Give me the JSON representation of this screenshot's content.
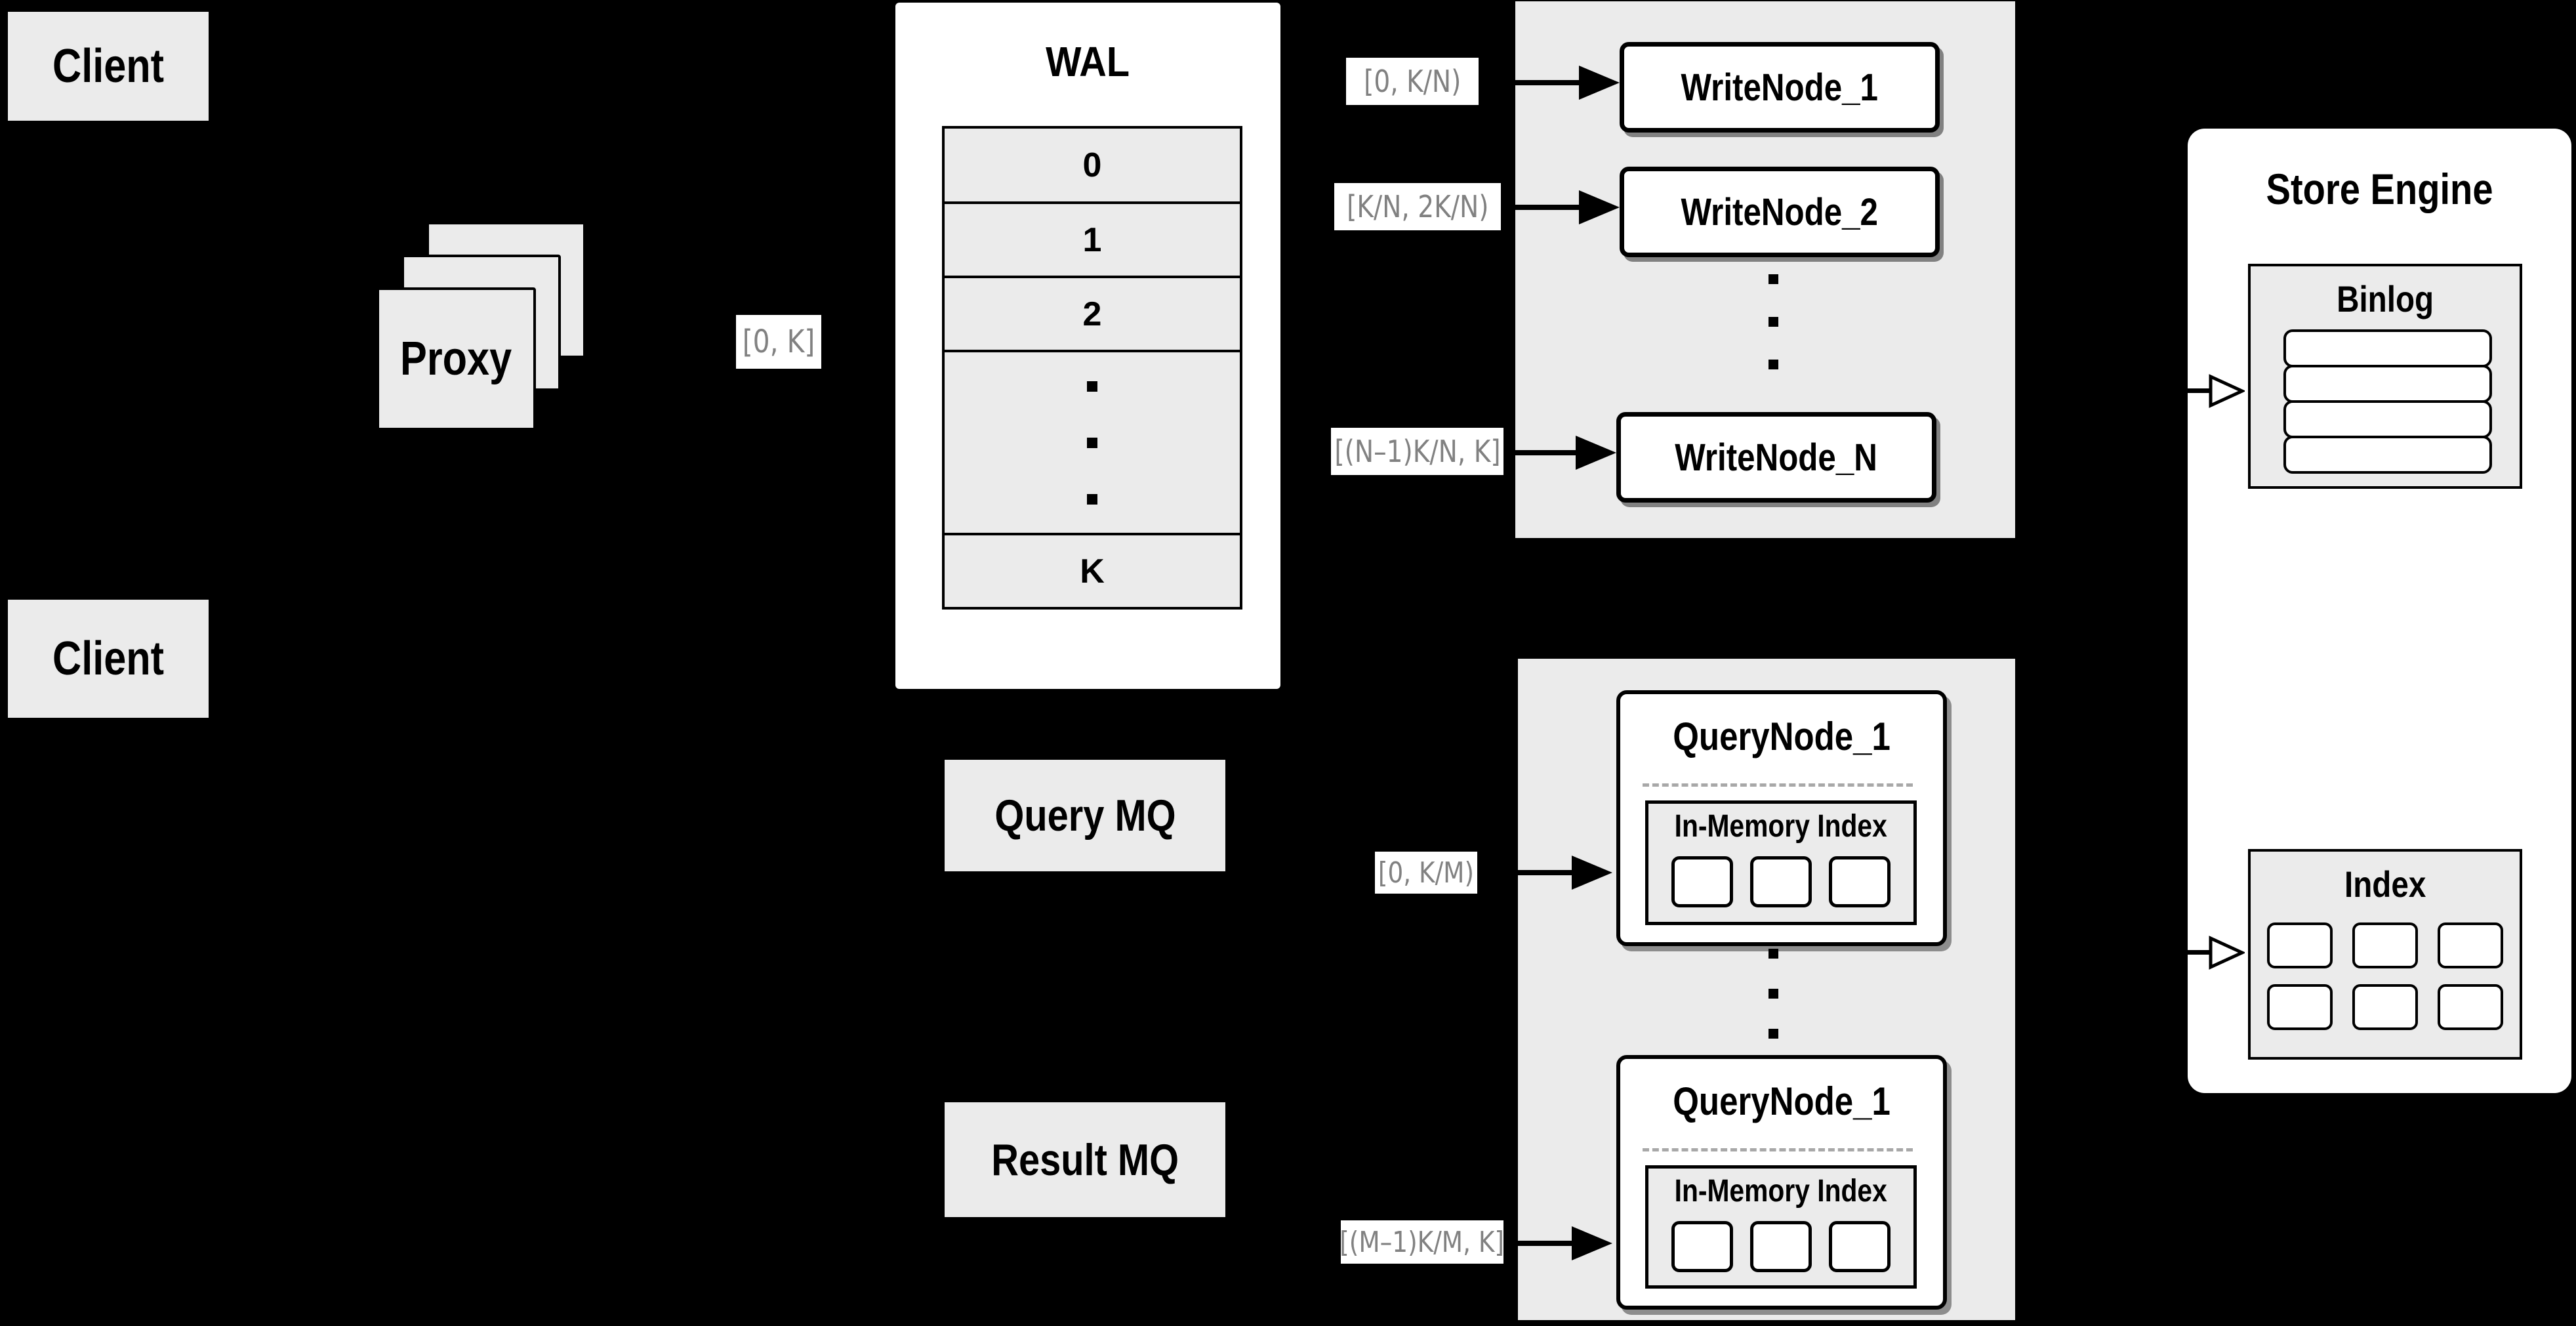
{
  "colors": {
    "background": "#000000",
    "panel_fill": "#ebebeb",
    "node_fill": "#ffffff",
    "line": "#000000",
    "range_label_text": "#818181",
    "dashed_divider": "#a8a8a8"
  },
  "clients": {
    "top_label": "Client",
    "bottom_label": "Client"
  },
  "proxy": {
    "label": "Proxy",
    "range_label": "[0, K]"
  },
  "wal": {
    "title": "WAL",
    "slots": [
      "0",
      "1",
      "2",
      "K"
    ]
  },
  "write_cluster": {
    "nodes": [
      "WriteNode_1",
      "WriteNode_2",
      "WriteNode_N"
    ],
    "range_labels": [
      "[0, K/N)",
      "[K/N, 2K/N)",
      "[(N–1)K/N, K]"
    ]
  },
  "store_engine": {
    "title": "Store Engine",
    "binlog_title": "Binlog",
    "index_title": "Index"
  },
  "mq": {
    "query_label": "Query MQ",
    "result_label": "Result MQ"
  },
  "query_cluster": {
    "nodes": [
      {
        "title": "QueryNode_1",
        "memory_title": "In-Memory Index"
      },
      {
        "title": "QueryNode_1",
        "memory_title": "In-Memory Index"
      }
    ],
    "range_labels": [
      "[0, K/M)",
      "[(M–1)K/M, K]"
    ]
  }
}
